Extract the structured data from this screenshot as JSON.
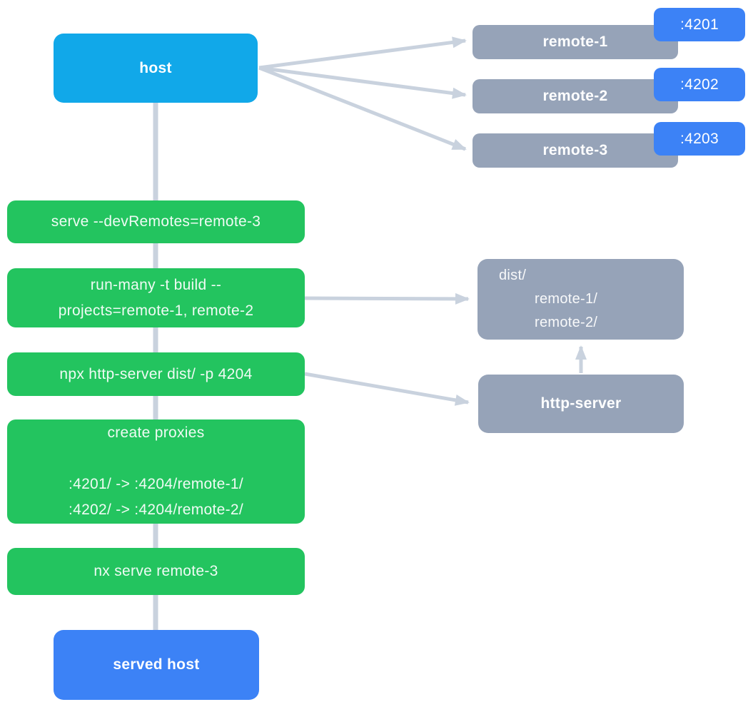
{
  "host": {
    "label": "host"
  },
  "served_host": {
    "label": "served host"
  },
  "remotes": [
    {
      "label": "remote-1",
      "port": ":4201"
    },
    {
      "label": "remote-2",
      "port": ":4202"
    },
    {
      "label": "remote-3",
      "port": ":4203"
    }
  ],
  "steps": {
    "serve": {
      "label": "serve --devRemotes=remote-3"
    },
    "build": {
      "line1": "run-many -t build --",
      "line2": "projects=remote-1, remote-2"
    },
    "http_cmd": {
      "label": "npx http-server dist/ -p 4204"
    },
    "proxies": {
      "line1": "create proxies",
      "line2": "",
      "line3": ":4201/ -> :4204/remote-1/",
      "line4": ":4202/ -> :4204/remote-2/"
    },
    "serve_remote3": {
      "label": "nx serve remote-3"
    }
  },
  "outputs": {
    "dist": {
      "line1": "dist/",
      "line2": "remote-1/",
      "line3": "remote-2/"
    },
    "http_server": {
      "label": "http-server"
    }
  },
  "colors": {
    "host_box": "#11A8E9",
    "served_host_box": "#3C82F6",
    "port_badge": "#3C82F6",
    "command_step": "#23C45F",
    "remote_box": "#96A3B8",
    "connector": "#C9D2DE",
    "text": "#FFFFFF"
  }
}
